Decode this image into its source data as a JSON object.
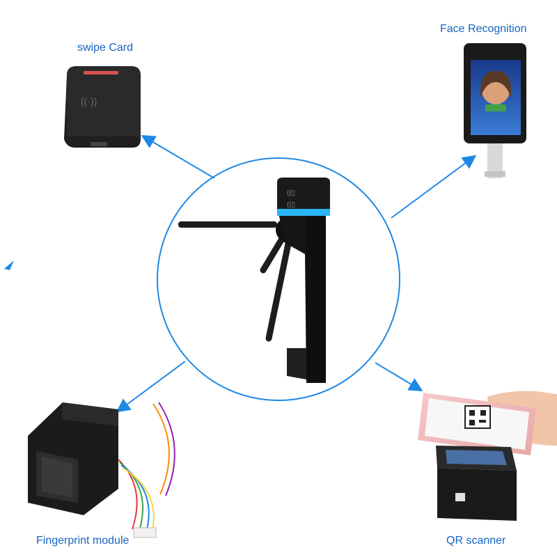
{
  "labels": {
    "swipe_card": "swipe Card",
    "face_recognition": "Face Recognition",
    "fingerprint_module": "Fingerprint module",
    "qr_scanner": "QR scanner"
  },
  "colors": {
    "accent": "#1e88e5",
    "label": "#1565c0",
    "device": "#1b1b1b",
    "indicator": "#29b6f6"
  },
  "icons": {
    "center": "tripod-turnstile-icon",
    "swipe": "card-reader-icon",
    "face": "face-terminal-icon",
    "finger": "fingerprint-sensor-icon",
    "qr": "qr-scanner-icon"
  }
}
